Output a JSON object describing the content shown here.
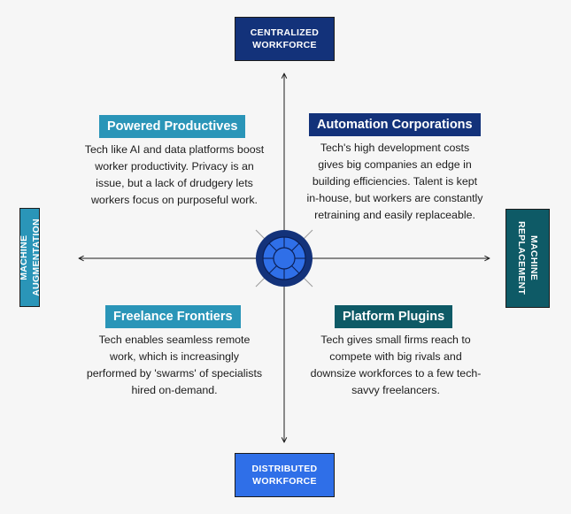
{
  "axes": {
    "top": [
      "CENTRALIZED",
      "WORKFORCE"
    ],
    "bottom": [
      "DISTRIBUTED",
      "WORKFORCE"
    ],
    "left": [
      "MACHINE",
      "AUGMENTATION"
    ],
    "right": [
      "MACHINE",
      "REPLACEMENT"
    ]
  },
  "quadrants": {
    "top_left": {
      "title": "Powered Productives",
      "lines": [
        "Tech like AI and data platforms boost",
        "worker productivity. Privacy is an",
        "issue, but a lack of drudgery lets",
        "workers focus on purposeful work."
      ]
    },
    "top_right": {
      "title": "Automation Corporations",
      "lines": [
        "Tech's high development costs",
        "gives big companies an edge in",
        "building efficiencies. Talent is kept",
        "in-house, but workers are constantly",
        "retraining and easily replaceable."
      ]
    },
    "bottom_left": {
      "title": "Freelance Frontiers",
      "lines": [
        "Tech enables seamless remote",
        "work, which is increasingly",
        "performed by 'swarms' of specialists",
        "hired on-demand."
      ]
    },
    "bottom_right": {
      "title": "Platform Plugins",
      "lines": [
        "Tech gives small firms reach to",
        "compete with big rivals and",
        "downsize workforces to a few tech-",
        "savvy freelancers."
      ]
    }
  },
  "colors": {
    "centralized": "#13327a",
    "distributed": "#2f6fe8",
    "augmentation": "#2a95b8",
    "replacement": "#0e5a66",
    "powered_productives": "#2a95b8",
    "automation_corporations": "#13327a",
    "freelance_frontiers": "#2a95b8",
    "platform_plugins": "#0e5a66",
    "center_outer": "#13327a",
    "center_inner": "#2f6fe8"
  }
}
